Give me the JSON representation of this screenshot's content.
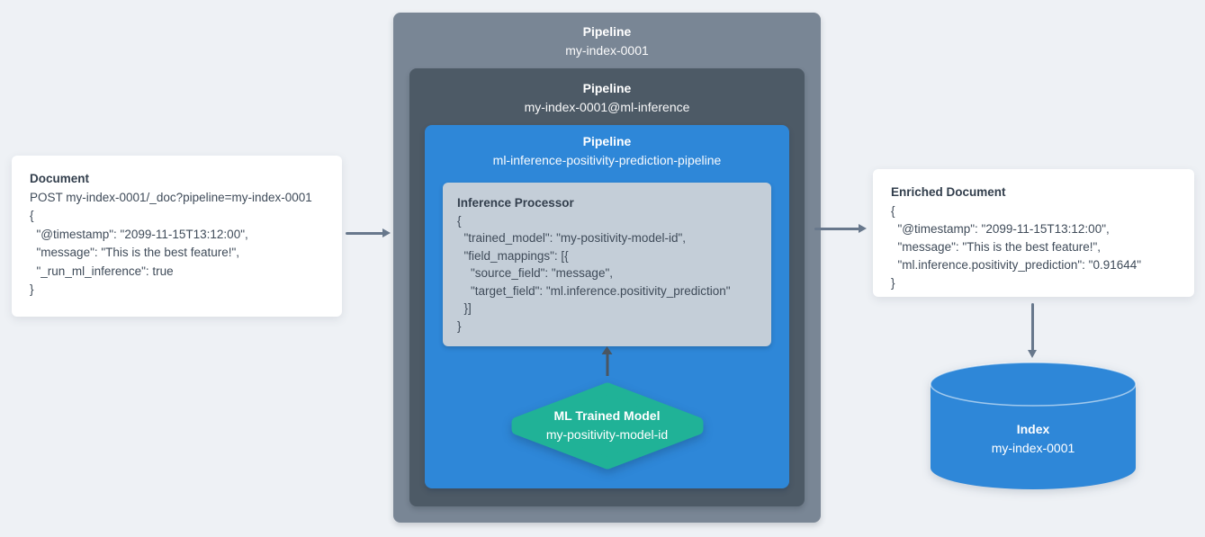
{
  "colors": {
    "background": "#eef1f5",
    "pipeline_outer": "#798695",
    "pipeline_inner": "#4d5a66",
    "pipeline_blue": "#2e87d8",
    "processor_bg": "#c4ced8",
    "model_teal": "#20b297",
    "index_blue": "#2e87d8",
    "arrow_gray": "#68788c",
    "arrow_dark": "#4a5662",
    "card_bg": "#ffffff",
    "text_dark": "#3f4b59"
  },
  "left_document": {
    "title": "Document",
    "lines": [
      "POST my-index-0001/_doc?pipeline=my-index-0001",
      "{",
      "  \"@timestamp\": \"2099-11-15T13:12:00\",",
      "  \"message\": \"This is the best feature!\",",
      "  \"_run_ml_inference\": true",
      "}"
    ]
  },
  "outer_pipeline": {
    "label": "Pipeline",
    "name": "my-index-0001"
  },
  "inference_pipeline": {
    "label": "Pipeline",
    "name": "my-index-0001@ml-inference"
  },
  "ml_pipeline": {
    "label": "Pipeline",
    "name": "ml-inference-positivity-prediction-pipeline"
  },
  "inference_processor": {
    "title": "Inference Processor",
    "lines": [
      "{",
      "  \"trained_model\": \"my-positivity-model-id\",",
      "  \"field_mappings\": [{",
      "    \"source_field\": \"message\",",
      "    \"target_field\": \"ml.inference.positivity_prediction\"",
      "  }]",
      "}"
    ]
  },
  "trained_model": {
    "title": "ML Trained Model",
    "name": "my-positivity-model-id"
  },
  "enriched_document": {
    "title": "Enriched Document",
    "lines": [
      "{",
      "  \"@timestamp\": \"2099-11-15T13:12:00\",",
      "  \"message\": \"This is the best feature!\",",
      "  \"ml.inference.positivity_prediction\": \"0.91644\"",
      "}"
    ]
  },
  "index": {
    "title": "Index",
    "name": "my-index-0001"
  }
}
